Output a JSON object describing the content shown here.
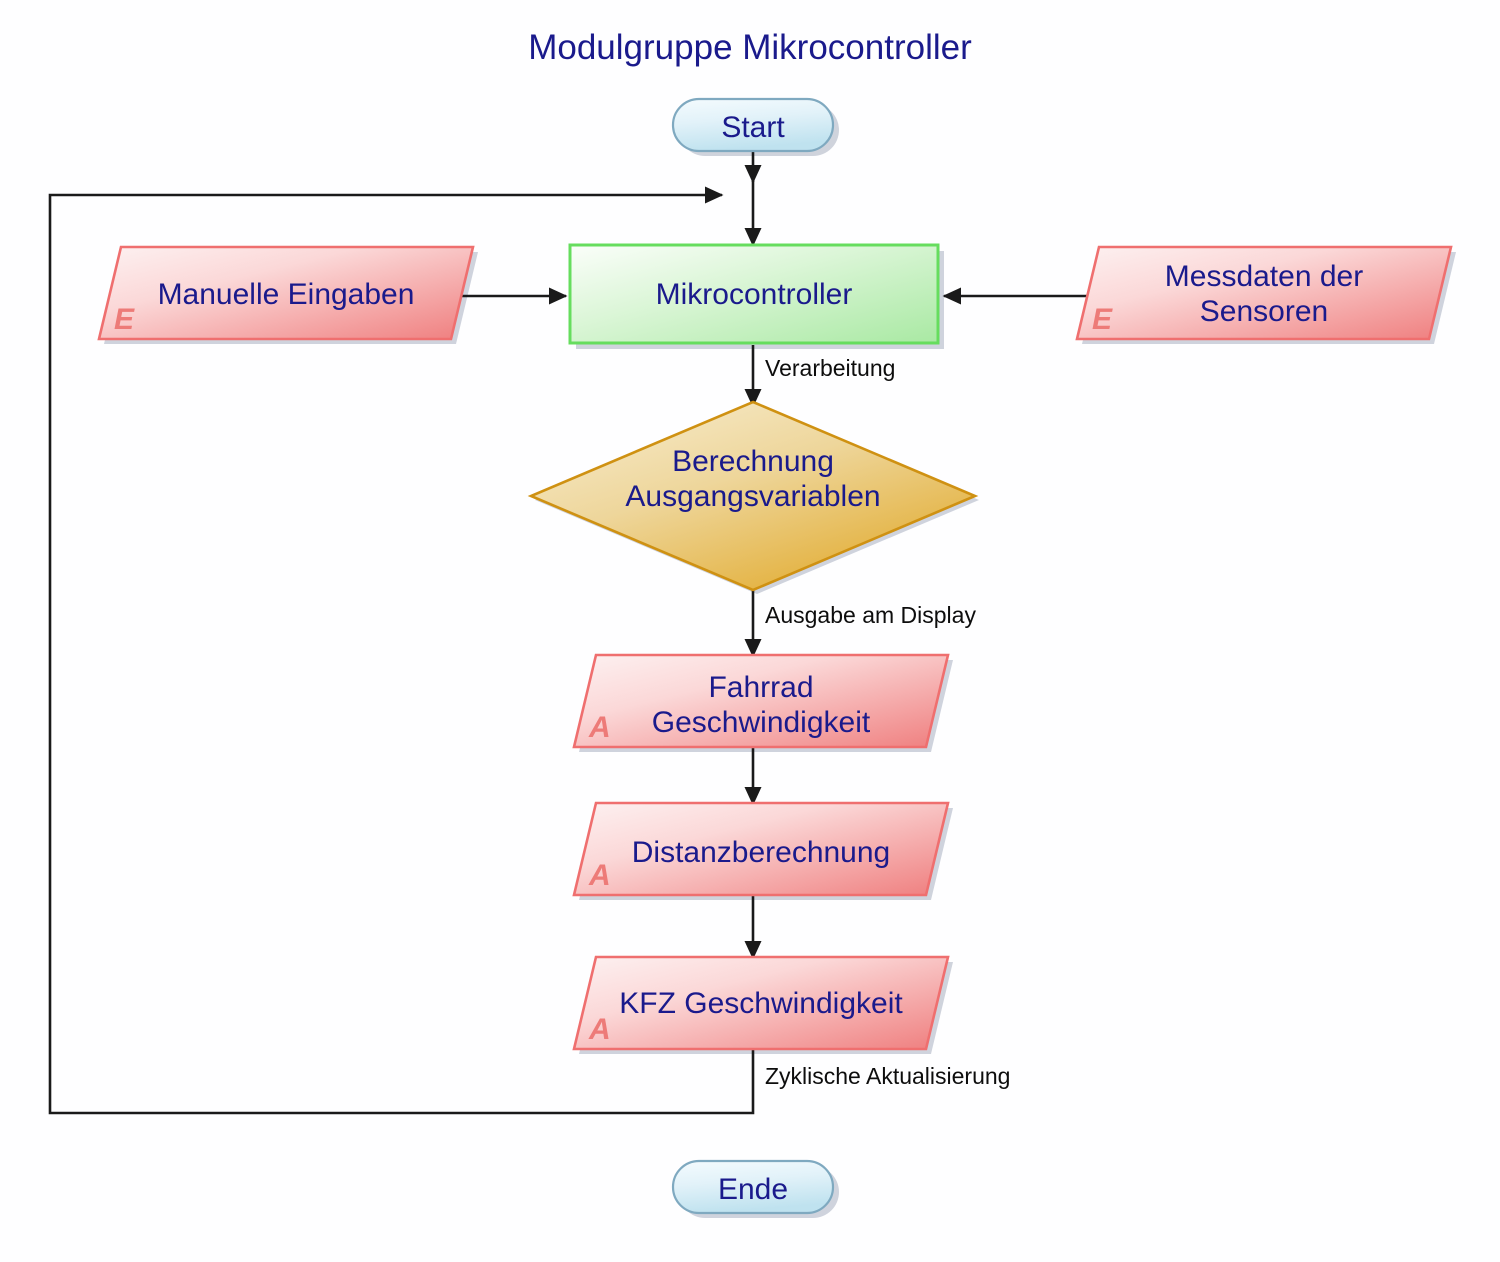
{
  "diagram": {
    "title": "Modulgruppe Mikrocontroller",
    "type": "flowchart",
    "title_color": "#1a1a8c",
    "background": "#fefeff"
  },
  "palette": {
    "node_text": "#1a1a8c",
    "edge_text": "#0d0d0d",
    "terminator_fill_light": "#eef8fc",
    "terminator_fill_dark": "#bde0ee",
    "terminator_border": "#7fa9c0",
    "process_fill_light": "#f2fcf0",
    "process_fill_dark": "#aaeaa4",
    "process_border": "#66dd5e",
    "io_fill_light": "#fbe3e3",
    "io_fill_dark": "#f07f7f",
    "io_border": "#ef6f6f",
    "decision_fill_light": "#f6e4bb",
    "decision_fill_dark": "#e3a92a",
    "decision_border": "#cf9112",
    "marker_color": "#ed7b78",
    "connector_color": "#1a1a1a",
    "shadow_color": "#9aa3b5"
  },
  "nodes": {
    "start": {
      "label": "Start",
      "shape": "terminator",
      "font_size": 30
    },
    "manuelle_eingaben": {
      "label": "Manuelle Eingaben",
      "shape": "io-parallelogram",
      "marker": "E",
      "font_size": 30
    },
    "mikrocontroller": {
      "label": "Mikrocontroller",
      "shape": "process-rect",
      "font_size": 30
    },
    "messdaten": {
      "label": "Messdaten der\nSensoren",
      "shape": "io-parallelogram",
      "marker": "E",
      "font_size": 30
    },
    "berechnung": {
      "label": "Berechnung\nAusgangsvariablen",
      "shape": "decision-diamond",
      "font_size": 30
    },
    "fahrrad": {
      "label": "Fahrrad\nGeschwindigkeit",
      "shape": "io-parallelogram",
      "marker": "A",
      "font_size": 30
    },
    "distanz": {
      "label": "Distanzberechnung",
      "shape": "io-parallelogram",
      "marker": "A",
      "font_size": 30
    },
    "kfz": {
      "label": "KFZ Geschwindigkeit",
      "shape": "io-parallelogram",
      "marker": "A",
      "font_size": 30
    },
    "ende": {
      "label": "Ende",
      "shape": "terminator",
      "font_size": 30
    }
  },
  "edges": [
    {
      "id": "start-to-mikrocontroller",
      "from": "start",
      "to": "mikrocontroller",
      "label": ""
    },
    {
      "id": "manuelle-to-mikrocontroller",
      "from": "manuelle_eingaben",
      "to": "mikrocontroller",
      "label": ""
    },
    {
      "id": "messdaten-to-mikrocontroller",
      "from": "messdaten",
      "to": "mikrocontroller",
      "label": ""
    },
    {
      "id": "mikrocontroller-to-berechnung",
      "from": "mikrocontroller",
      "to": "berechnung",
      "label": "Verarbeitung"
    },
    {
      "id": "berechnung-to-fahrrad",
      "from": "berechnung",
      "to": "fahrrad",
      "label": "Ausgabe am Display"
    },
    {
      "id": "fahrrad-to-distanz",
      "from": "fahrrad",
      "to": "distanz",
      "label": ""
    },
    {
      "id": "distanz-to-kfz",
      "from": "distanz",
      "to": "kfz",
      "label": ""
    },
    {
      "id": "kfz-feedback-loop",
      "from": "kfz",
      "to": "start-path",
      "label": "Zyklische Aktualisierung"
    }
  ]
}
